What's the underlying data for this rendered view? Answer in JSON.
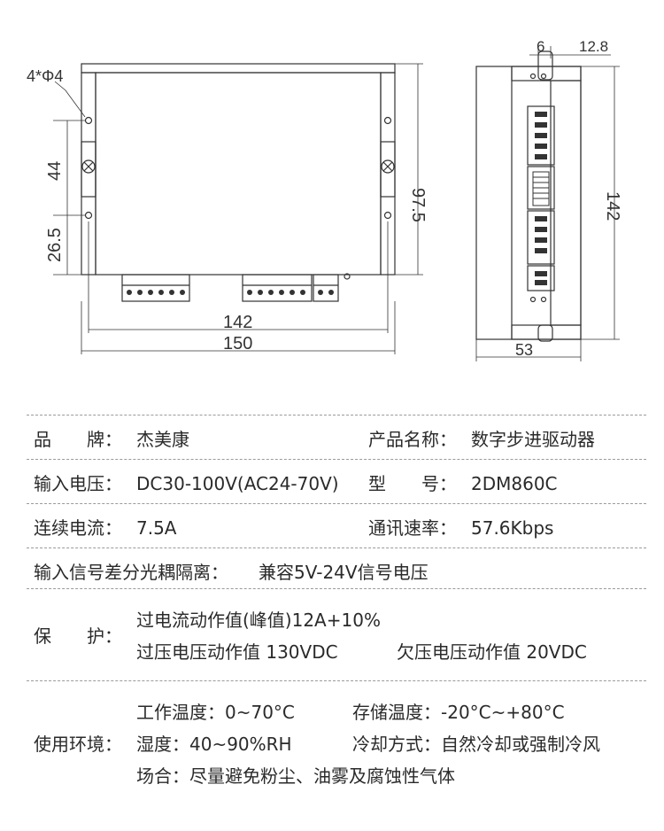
{
  "dims": {
    "holes": "4*Φ4",
    "d44": "44",
    "d26_5": "26.5",
    "d97_5": "97.5",
    "d142_front": "142",
    "d150": "150",
    "d6": "6",
    "d12_8": "12.8",
    "d142_side": "142",
    "d53": "53"
  },
  "specs": {
    "brand_label": "品　　牌：",
    "brand_value": "杰美康",
    "product_label": "产品名称：",
    "product_value": "数字步进驱动器",
    "input_voltage_label": "输入电压：",
    "input_voltage_value": "DC30-100V(AC24-70V)",
    "model_label": "型　　号：",
    "model_value": "2DM860C",
    "current_label": "连续电流：",
    "current_value": "7.5A",
    "baud_label": "通讯速率：",
    "baud_value": "57.6Kbps",
    "isolation_label": "输入信号差分光耦隔离：",
    "isolation_value": "兼容5V-24V信号电压",
    "protect_label": "保　　护：",
    "protect_line1": "过电流动作值(峰值)12A+10%",
    "protect_ov": "过压电压动作值  130VDC",
    "protect_uv": "欠压电压动作值  20VDC",
    "env_label": "使用环境：",
    "env_work_temp": "工作温度：0~70°C",
    "env_store_temp": "存储温度：-20°C~+80°C",
    "env_humidity": "湿度：40~90%RH",
    "env_cooling": "冷却方式：自然冷却或强制冷风",
    "env_site": "场合：尽量避免粉尘、油雾及腐蚀性气体"
  }
}
